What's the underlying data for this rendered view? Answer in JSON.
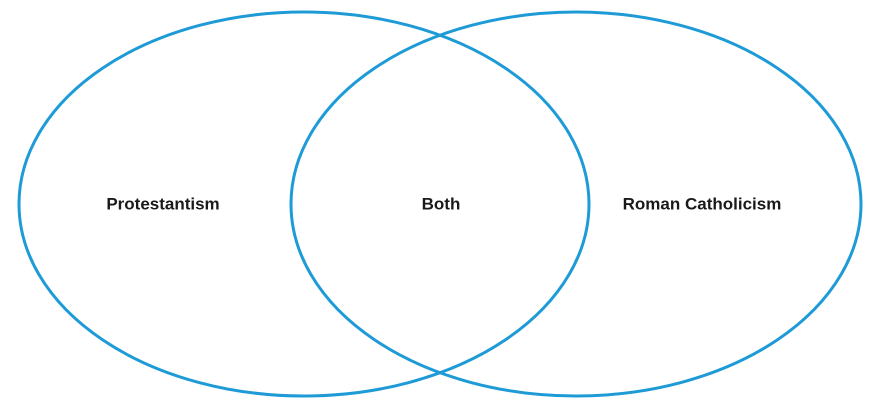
{
  "diagram": {
    "type": "venn",
    "stroke_color": "#1e9bd7",
    "text_color": "#1a1a1a",
    "left_label": "Protestantism",
    "center_label": "Both",
    "right_label": "Roman Catholicism"
  }
}
